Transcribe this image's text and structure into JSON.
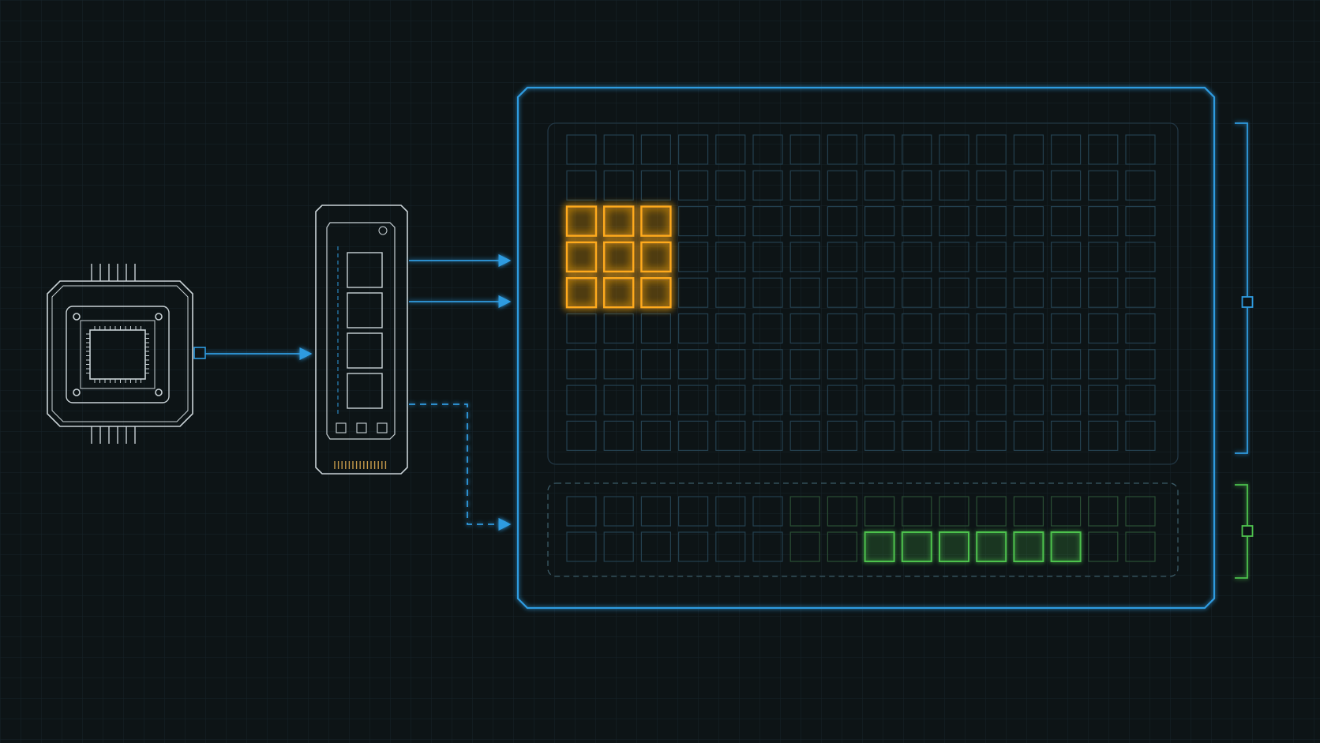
{
  "colors": {
    "background": "#0d1416",
    "grid": "#17232a",
    "outline": "#c9d2d6",
    "accent_blue": "#2f9be0",
    "highlight_orange": "#ffaa1e",
    "highlight_green": "#4ec24e",
    "idle_cell": "#24404f",
    "idle_cell_green": "#2b4f35"
  },
  "diagram": {
    "nodes": [
      {
        "id": "processor-chip",
        "icon": "cpu-chip-icon"
      },
      {
        "id": "memory-module",
        "icon": "memory-stick-icon",
        "blocks": 4
      },
      {
        "id": "memory-array",
        "icon": "cell-grid-icon"
      }
    ],
    "main_grid": {
      "rows": 9,
      "cols": 16,
      "highlighted": {
        "row_start": 2,
        "row_end": 4,
        "col_start": 0,
        "col_end": 2
      }
    },
    "buffer_grid": {
      "rows": 2,
      "cols": 16,
      "highlighted_row": 1,
      "highlight_col_start": 8,
      "highlight_col_end": 13,
      "tinted_col_start": 6
    },
    "edges": [
      {
        "from": "processor-chip",
        "to": "memory-module",
        "style": "solid"
      },
      {
        "from": "memory-module",
        "to": "memory-array",
        "style": "solid"
      },
      {
        "from": "memory-module",
        "to": "memory-array",
        "style": "solid"
      },
      {
        "from": "memory-module",
        "to": "buffer-region",
        "style": "dashed"
      }
    ]
  }
}
